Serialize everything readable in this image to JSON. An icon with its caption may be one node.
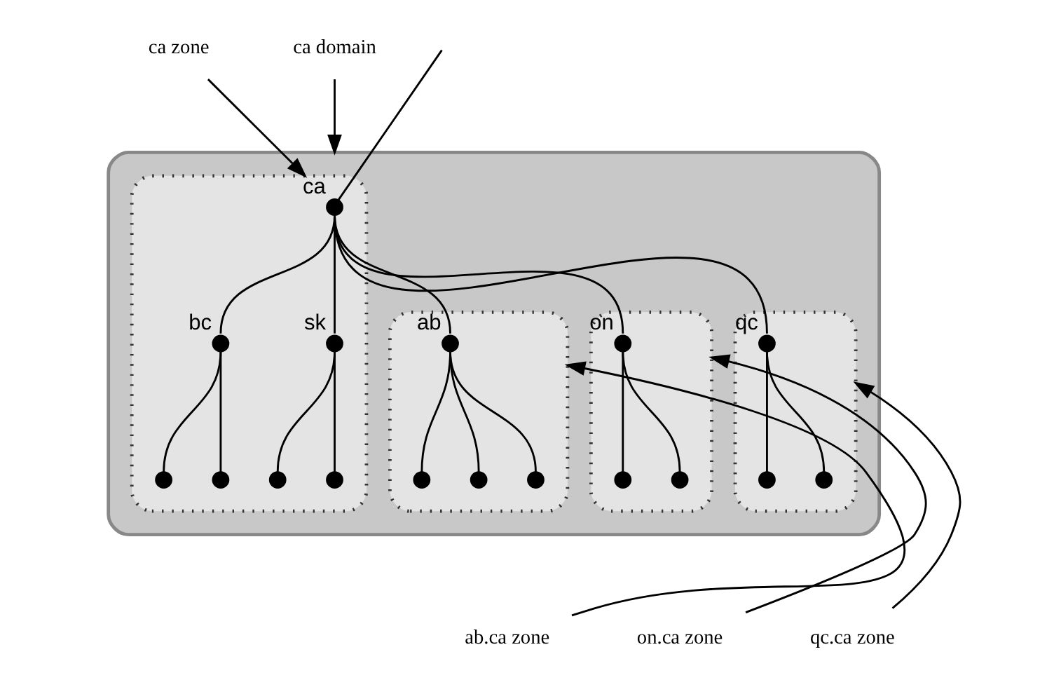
{
  "diagram": {
    "nodes": [
      {
        "text": [
          "ca zone"
        ]
      },
      {
        "text": [],
        "shape": "ellipse"
      },
      {
        "text": [],
        "shape": "blob",
        "in": 1
      },
      {
        "text": [],
        "shape": "circle",
        "beside": [
          "ca"
        ],
        "in": 2
      },
      {
        "text": [],
        "shape": "circle",
        "beside": [
          "bc"
        ],
        "in": 2
      },
      {
        "text": [],
        "shape": "oval",
        "in": 1
      },
      {
        "text": [],
        "shape": "circle",
        "beside": [
          "ab"
        ],
        "in": 5
      },
      {
        "text": [],
        "shape": "circle",
        "beside": [
          "sk"
        ],
        "in": 2
      },
      {
        "text": [],
        "shape": "box",
        "in": 1
      },
      {
        "text": [],
        "shape": "circle",
        "beside": [
          "on"
        ],
        "in": 8
      },
      {
        "text": [],
        "shape": "box",
        "in": 1
      },
      {
        "text": [],
        "shape": "circle",
        "beside": [
          "qc"
        ],
        "in": 10
      },
      {
        "text": [],
        "shape": "circle",
        "in": 2
      },
      {
        "text": [],
        "shape": "circle",
        "in": 2
      },
      {
        "text": [],
        "shape": "circle",
        "in": 5
      },
      {
        "text": [],
        "shape": "circle",
        "in": 5
      },
      {
        "text": [],
        "shape": "circle",
        "in": 5
      },
      {
        "text": [],
        "shape": "circle",
        "in": 2
      },
      {
        "text": [],
        "shape": "circle",
        "in": 2
      },
      {
        "text": [],
        "shape": "circle",
        "in": 8
      },
      {
        "text": [],
        "shape": "circle",
        "in": 8
      },
      {
        "text": [],
        "shape": "circle",
        "in": 10
      },
      {
        "text": [],
        "shape": "circle",
        "in": 10
      },
      {
        "text": [
          "ca domain"
        ]
      },
      {
        "text": [
          "ab.ca zone"
        ]
      },
      {
        "text": [
          "on.ca zone"
        ]
      },
      {
        "text": [
          "qc.ca zone"
        ]
      }
    ],
    "edges": [
      {
        "from": null,
        "to": 3,
        "arrow": "none"
      },
      {
        "from": 3,
        "to": 4,
        "arrow": "none"
      },
      {
        "from": 3,
        "to": 6,
        "arrow": "none"
      },
      {
        "from": 3,
        "to": 7,
        "arrow": "none"
      },
      {
        "from": 3,
        "to": 9,
        "arrow": "none"
      },
      {
        "from": 3,
        "to": 11,
        "arrow": "none"
      },
      {
        "from": 4,
        "to": 12,
        "arrow": "none"
      },
      {
        "from": 4,
        "to": 13,
        "arrow": "none"
      },
      {
        "from": 6,
        "to": 14,
        "arrow": "none"
      },
      {
        "from": 6,
        "to": 15,
        "arrow": "none"
      },
      {
        "from": 6,
        "to": 16,
        "arrow": "none"
      },
      {
        "from": 7,
        "to": 17,
        "arrow": "none"
      },
      {
        "from": 7,
        "to": 18,
        "arrow": "none"
      },
      {
        "from": 9,
        "to": 19,
        "arrow": "none"
      },
      {
        "from": 9,
        "to": 20,
        "arrow": "none"
      },
      {
        "from": 11,
        "to": 21,
        "arrow": "none"
      },
      {
        "from": 11,
        "to": 22,
        "arrow": "none"
      },
      {
        "from": 0,
        "to": 2,
        "arrow": "to"
      },
      {
        "from": 23,
        "to": 1,
        "arrow": "to"
      },
      {
        "from": 24,
        "to": 5,
        "arrow": "to"
      },
      {
        "from": 25,
        "to": 8,
        "arrow": "to"
      },
      {
        "from": 26,
        "to": 10,
        "arrow": "to"
      }
    ]
  }
}
